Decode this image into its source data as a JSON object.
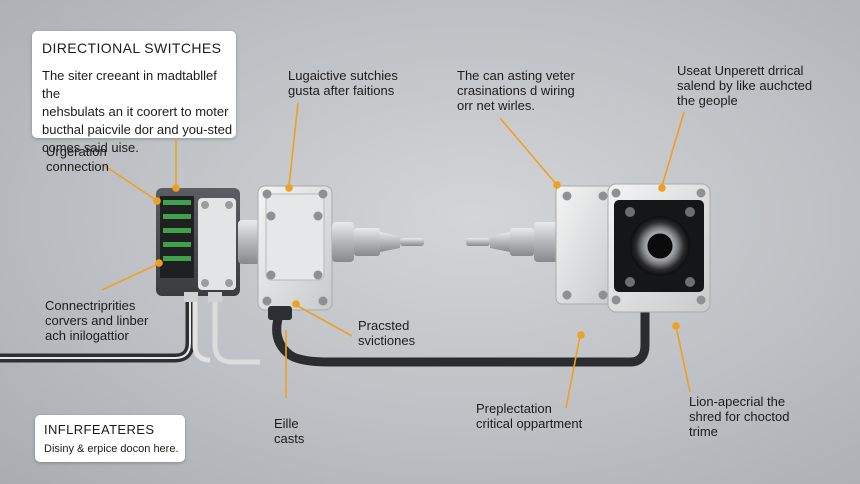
{
  "accent_color": "#f0a020",
  "card_top": {
    "title": "DIRECTIONAL SWITCHES",
    "body": "The siter creeant in madtabllef the\nnehsbulats an it coorert to moter\nbucthal paicvile dor and you-sted\ncomes said uise."
  },
  "card_bottom": {
    "title": "INFLRFEATERES",
    "body": "Disiny & erpice docon here."
  },
  "labels": {
    "urgeration": "Urgeration\nconnection",
    "connectriprities": "Connectriprities\ncorvers and linber\nach inilogattior",
    "lugaictive": "Lugaictive sutchies\ngusta after faitions",
    "pracsted": "Pracsted\nsvictiones",
    "eille": "Eille\ncasts",
    "the_can": "The can asting veter\ncrasinations d wiring\norr net wirles.",
    "useat": "Useat Unperett drrical\nsalend by like auchcted\nthe geople",
    "preplectation": "Preplectation\ncritical oppartment",
    "lion": "Lion-apecrial the\nshred for choctod\ntrime"
  }
}
